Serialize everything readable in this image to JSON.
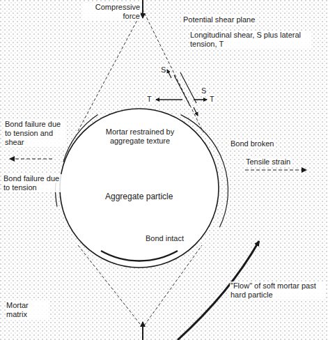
{
  "diagram": {
    "nodes": [
      {
        "text": [
          "Aggregate particle"
        ]
      }
    ],
    "labels": [
      "Compressive force",
      "Potential shear plane",
      "Longitudinal shear, S plus lateral tension, T",
      "S",
      "S",
      "T",
      "T",
      "Bond failure due to tension and shear",
      "Mortar restrained by aggregate texture",
      "Bond broken",
      "Tensile strain",
      "Bond failure due to tension",
      "Bond intact",
      "\"Flow\" of soft mortar past hard particle",
      "Mortar matrix"
    ]
  }
}
